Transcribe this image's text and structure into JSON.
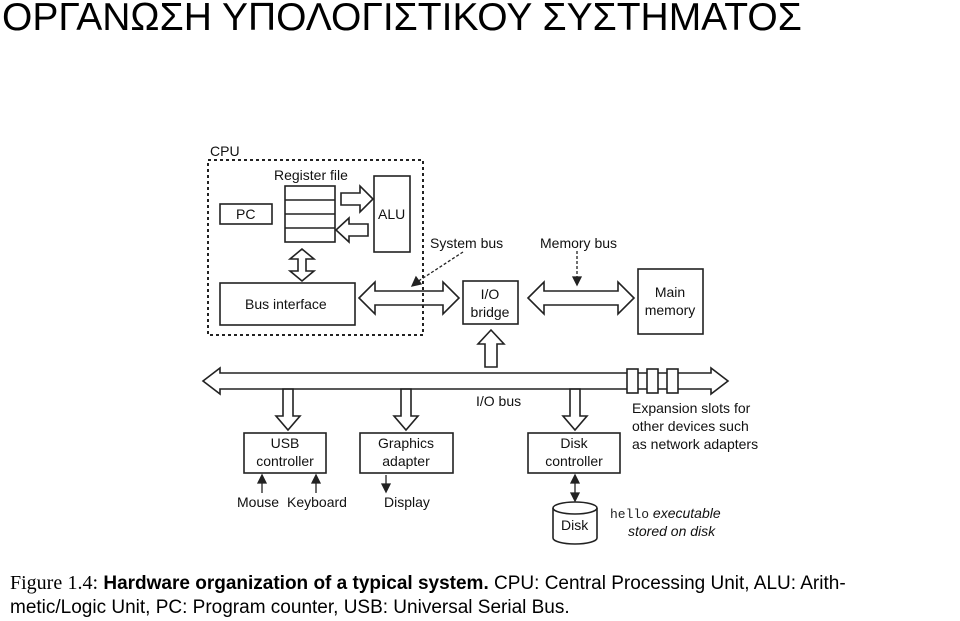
{
  "page": {
    "title": "ΟΡΓΑΝΩΣΗ ΥΠΟΛΟΓΙΣΤΙΚΟΥ ΣΥΣΤΗΜΑΤΟΣ"
  },
  "diagram": {
    "cpu_label": "CPU",
    "register_file": "Register file",
    "pc": "PC",
    "alu": "ALU",
    "bus_interface": "Bus interface",
    "system_bus": "System bus",
    "memory_bus": "Memory bus",
    "io_bridge": [
      "I/O",
      "bridge"
    ],
    "main_memory": [
      "Main",
      "memory"
    ],
    "io_bus": "I/O bus",
    "usb_controller": [
      "USB",
      "controller"
    ],
    "graphics_adapter": [
      "Graphics",
      "adapter"
    ],
    "disk_controller": [
      "Disk",
      "controller"
    ],
    "expansion_slots": [
      "Expansion slots for",
      "other devices such",
      "as network adapters"
    ],
    "mouse": "Mouse",
    "keyboard": "Keyboard",
    "display": "Display",
    "disk": "Disk",
    "hello_code": "hello",
    "hello_line1_rest": " executable",
    "hello_line2": "stored on disk"
  },
  "caption": {
    "figure_word": "Figure",
    "figure_number": "1.4:",
    "bold_text": "Hardware organization of a typical system.",
    "line1_rest": "CPU: Central Processing Unit, ALU: Arith-",
    "line2": "metic/Logic Unit, PC: Program counter, USB: Universal Serial Bus."
  }
}
